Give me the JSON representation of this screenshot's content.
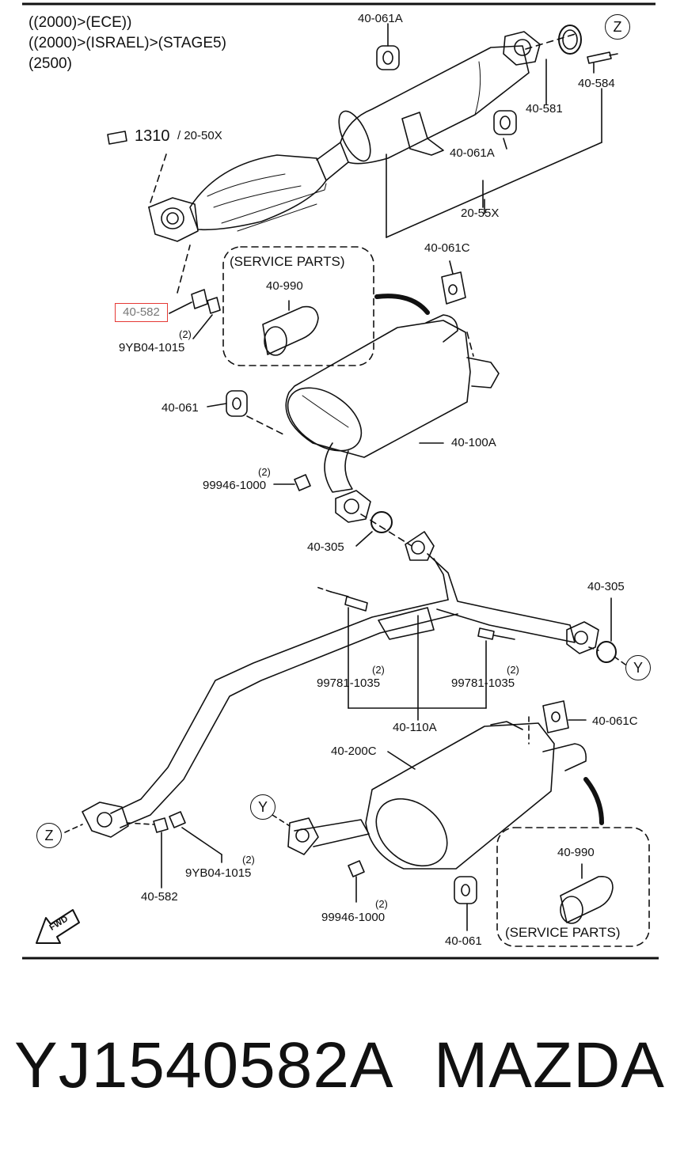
{
  "header": {
    "line1": "((2000)>(ECE))",
    "line2": "((2000)>(ISRAEL)>(STAGE5)",
    "line3": "(2500)"
  },
  "ref": {
    "main": "1310",
    "sub": "/ 20-50X"
  },
  "parts": {
    "p40_061A_top": "40-061A",
    "p40_584": "40-584",
    "p40_581": "40-581",
    "p40_061A_mid": "40-061A",
    "p20_55X": "20-55X",
    "p40_061C_top": "40-061C",
    "service_top": "(SERVICE PARTS)",
    "p40_990_top": "40-990",
    "p40_582_highlight": "40-582",
    "qty_9YB_top": "(2)",
    "p9YB04_top": "9YB04-1015",
    "p40_061_left": "40-061",
    "p40_100A": "40-100A",
    "qty_99946_top": "(2)",
    "p99946_top": "99946-1000",
    "p40_305_left": "40-305",
    "p40_305_right": "40-305",
    "qty_99781_left": "(2)",
    "p99781_left": "99781-1035",
    "qty_99781_right": "(2)",
    "p99781_right": "99781-1035",
    "p40_110A": "40-110A",
    "p40_061C_bottom": "40-061C",
    "p40_200C": "40-200C",
    "qty_9YB_bottom": "(2)",
    "p9YB04_bottom": "9YB04-1015",
    "p40_582_bottom": "40-582",
    "qty_99946_bottom": "(2)",
    "p99946_bottom": "99946-1000",
    "p40_061_bottom": "40-061",
    "p40_990_bottom": "40-990",
    "service_bottom": "(SERVICE PARTS)"
  },
  "markers": {
    "z": "Z",
    "y": "Y"
  },
  "fwd": "FWD",
  "footer": {
    "part_number": "YJ1540582A",
    "brand": "MAZDA"
  },
  "colors": {
    "highlight": "#e53935",
    "line": "#111111"
  }
}
